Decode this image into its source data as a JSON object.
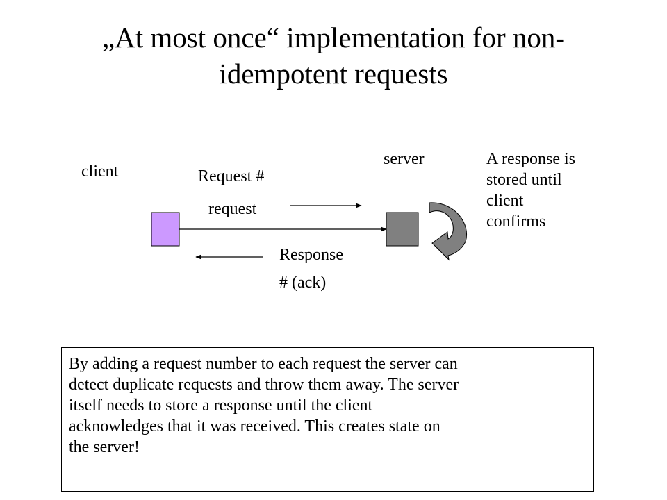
{
  "slide": {
    "title_line1": "„At most once“ implementation for non-",
    "title_line2": "idempotent requests"
  },
  "diagram": {
    "client_label": "client",
    "server_label": "server",
    "request_number_label": "Request #",
    "request_label": "request",
    "response_label_line1": "Response",
    "response_label_line2": "# (ack)",
    "storage_note_line1": "A response is",
    "storage_note_line2": "stored until",
    "storage_note_line3": "client",
    "storage_note_line4": "confirms",
    "colors": {
      "client_box": "#cc99ff",
      "server_box": "#808080",
      "loop_arrow": "#808080"
    }
  },
  "explanation": {
    "line1": "By adding a request number to each request the server can",
    "line2": "detect duplicate requests and throw them away. The server",
    "line3": "itself needs to store a response until the client",
    "line4": "acknowledges that it was received. This creates state on",
    "line5": "the server!"
  }
}
